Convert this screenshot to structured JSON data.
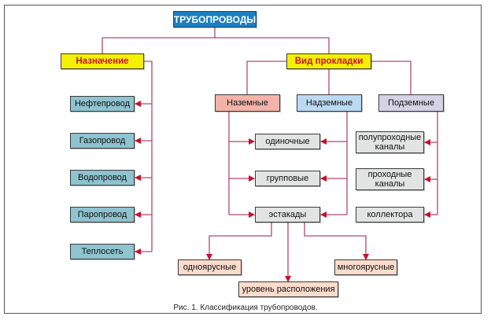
{
  "root": "ТРУБОПРОВОДЫ",
  "categories": {
    "purpose": "Назначение",
    "laying": "Вид прокладки"
  },
  "purpose_items": [
    "Нефтепровод",
    "Газопровод",
    "Водопровод",
    "Паропровод",
    "Теплосеть"
  ],
  "laying_types": [
    "Наземные",
    "Надземные",
    "Подземные"
  ],
  "above_ground_items": [
    "одиночные",
    "групповые",
    "эстакады"
  ],
  "underground_items": [
    "полупроходные каналы",
    "проходные каналы",
    "коллектора"
  ],
  "trestle_items": {
    "single_tier": "одноярусные",
    "multi_tier": "многоярусные",
    "level": "уровень расположения"
  },
  "caption": "Рис. 1. Классификация трубопроводов.",
  "colors": {
    "line": "#b04a6a",
    "arrow": "#c8102e",
    "root_fill": "#1b7fc0",
    "category_fill": "#f5ef00",
    "category_text": "#c8102e"
  }
}
